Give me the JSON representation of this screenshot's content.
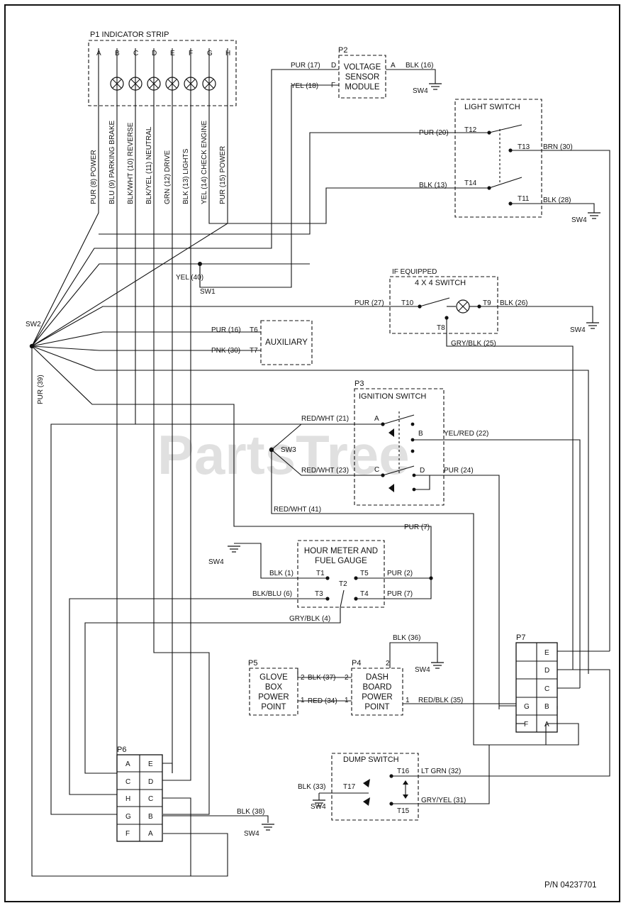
{
  "part_number": "P/N 04237701",
  "watermark": "PartsTree",
  "indicator_strip": {
    "title": "P1 INDICATOR STRIP",
    "pins": [
      "A",
      "B",
      "C",
      "D",
      "E",
      "F",
      "G",
      "H"
    ],
    "wires": [
      "PUR (8) POWER",
      "BLU (9) PARKING BRAKE",
      "BLK/WHT (10) REVERSE",
      "BLK/YEL (11) NEUTRAL",
      "GRN (12) DRIVE",
      "BLK (13) LIGHTS",
      "YEL (14) CHECK ENGINE",
      "PUR (15) POWER"
    ]
  },
  "voltage_sensor": {
    "title": "P2",
    "label": [
      "VOLTAGE",
      "SENSOR",
      "MODULE"
    ],
    "pin_d": "D",
    "pin_f": "F",
    "pin_a": "A",
    "wire_d": "PUR (17)",
    "wire_f": "YEL (18)",
    "wire_a": "BLK (16)",
    "ground": "SW4"
  },
  "light_switch": {
    "title": "LIGHT SWITCH",
    "t12": "T12",
    "t13": "T13",
    "t14": "T14",
    "t11": "T11",
    "wire_t12": "PUR (20)",
    "wire_t13": "BRN (30)",
    "wire_t14": "BLK (13)",
    "wire_t11": "BLK (28)",
    "ground": "SW4"
  },
  "sw1": {
    "label": "SW1",
    "wire": "YEL (40)"
  },
  "sw2": {
    "label": "SW2",
    "wire": "PUR (39)"
  },
  "four_by_four": {
    "note": "IF EQUIPPED",
    "title": "4 X 4 SWITCH",
    "t10": "T10",
    "t9": "T9",
    "t8": "T8",
    "wire_t10": "PUR (27)",
    "wire_t9": "BLK (26)",
    "wire_t8": "GRY/BLK (25)",
    "ground": "SW4"
  },
  "auxiliary": {
    "label": "AUXILIARY",
    "t6": "T6",
    "t7": "T7",
    "wire_t6": "PUR (16)",
    "wire_t7": "PNK (30)"
  },
  "ignition": {
    "title": "P3",
    "label": "IGNITION SWITCH",
    "a": "A",
    "b": "B",
    "c": "C",
    "d": "D",
    "wire_a": "RED/WHT (21)",
    "wire_b": "YEL/RED (22)",
    "wire_c": "RED/WHT (23)",
    "wire_d": "PUR (24)",
    "sw3": "SW3",
    "wire_sw3": "RED/WHT (41)"
  },
  "hour_meter": {
    "label": [
      "HOUR METER AND",
      "FUEL GAUGE"
    ],
    "t1": "T1",
    "t2": "T2",
    "t3": "T3",
    "t4": "T4",
    "t5": "T5",
    "wire_t1": "BLK (1)",
    "wire_t3": "BLK/BLU (6)",
    "wire_t5": "PUR (2)",
    "wire_t4": "PUR (7)",
    "wire_top": "PUR (7)",
    "wire_t2": "GRY/BLK (4)",
    "ground": "SW4"
  },
  "glove_box": {
    "title": "P5",
    "label": [
      "GLOVE",
      "BOX",
      "POWER",
      "POINT"
    ],
    "pin2": "2",
    "pin1": "1"
  },
  "dash_board": {
    "title": "P4",
    "label": [
      "DASH",
      "BOARD",
      "POWER",
      "POINT"
    ],
    "pin2": "2",
    "pin1": "1",
    "wire_top": "BLK (36)",
    "wire_link2": "BLK (37)",
    "wire_link1": "RED (34)",
    "wire_out": "RED/BLK (35)",
    "ground": "SW4"
  },
  "p7": {
    "title": "P7",
    "cells": [
      "E",
      "D",
      "C",
      "G",
      "B",
      "F",
      "A"
    ]
  },
  "p6": {
    "title": "P6",
    "left": [
      "A",
      "C",
      "H",
      "G",
      "F"
    ],
    "right": [
      "E",
      "D",
      "C",
      "B",
      "A"
    ],
    "wire": "BLK (38)",
    "ground": "SW4"
  },
  "dump_switch": {
    "title": "DUMP SWITCH",
    "t16": "T16",
    "t17": "T17",
    "t15": "T15",
    "wire_t16": "LT GRN (32)",
    "wire_t17": "BLK (33)",
    "wire_t15": "GRY/YEL (31)",
    "ground": "SW4"
  }
}
